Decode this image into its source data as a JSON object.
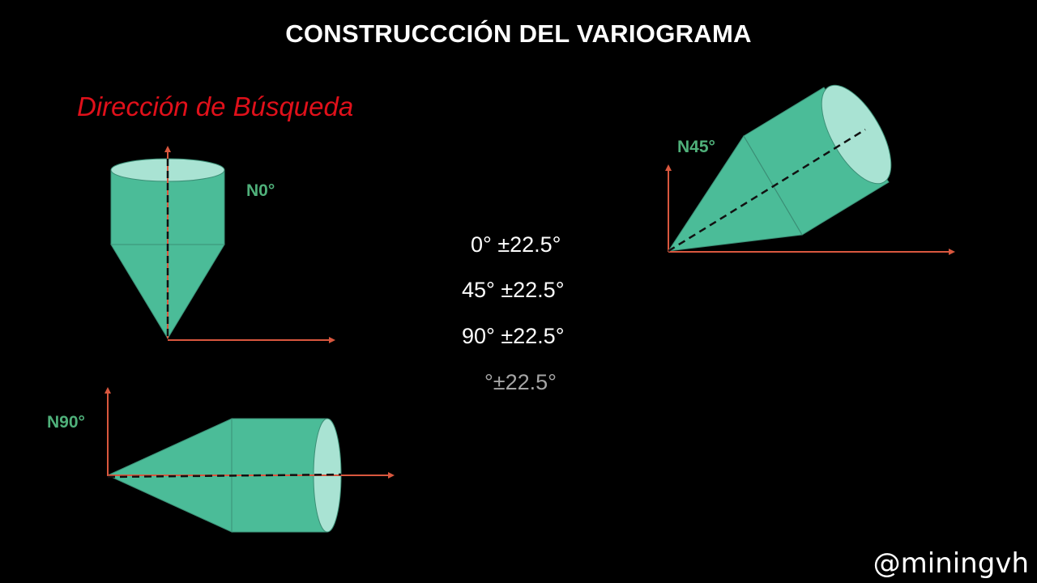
{
  "title": "CONSTRUCCCIÓN DEL VARIOGRAMA",
  "subtitle": "Dirección de Búsqueda",
  "directions": {
    "n0": "N0°",
    "n45": "N45°",
    "n90": "N90°"
  },
  "angles": [
    "0° ±22.5°",
    "45° ±22.5°",
    "90° ±22.5°",
    "°±22.5°"
  ],
  "watermark": "@miningvh",
  "colors": {
    "shape_fill": "#4bbc98",
    "shape_cap": "#a9e3d3",
    "axis": "#d9573e",
    "label_green": "#4fb07a",
    "subtitle_red": "#e0101a"
  }
}
